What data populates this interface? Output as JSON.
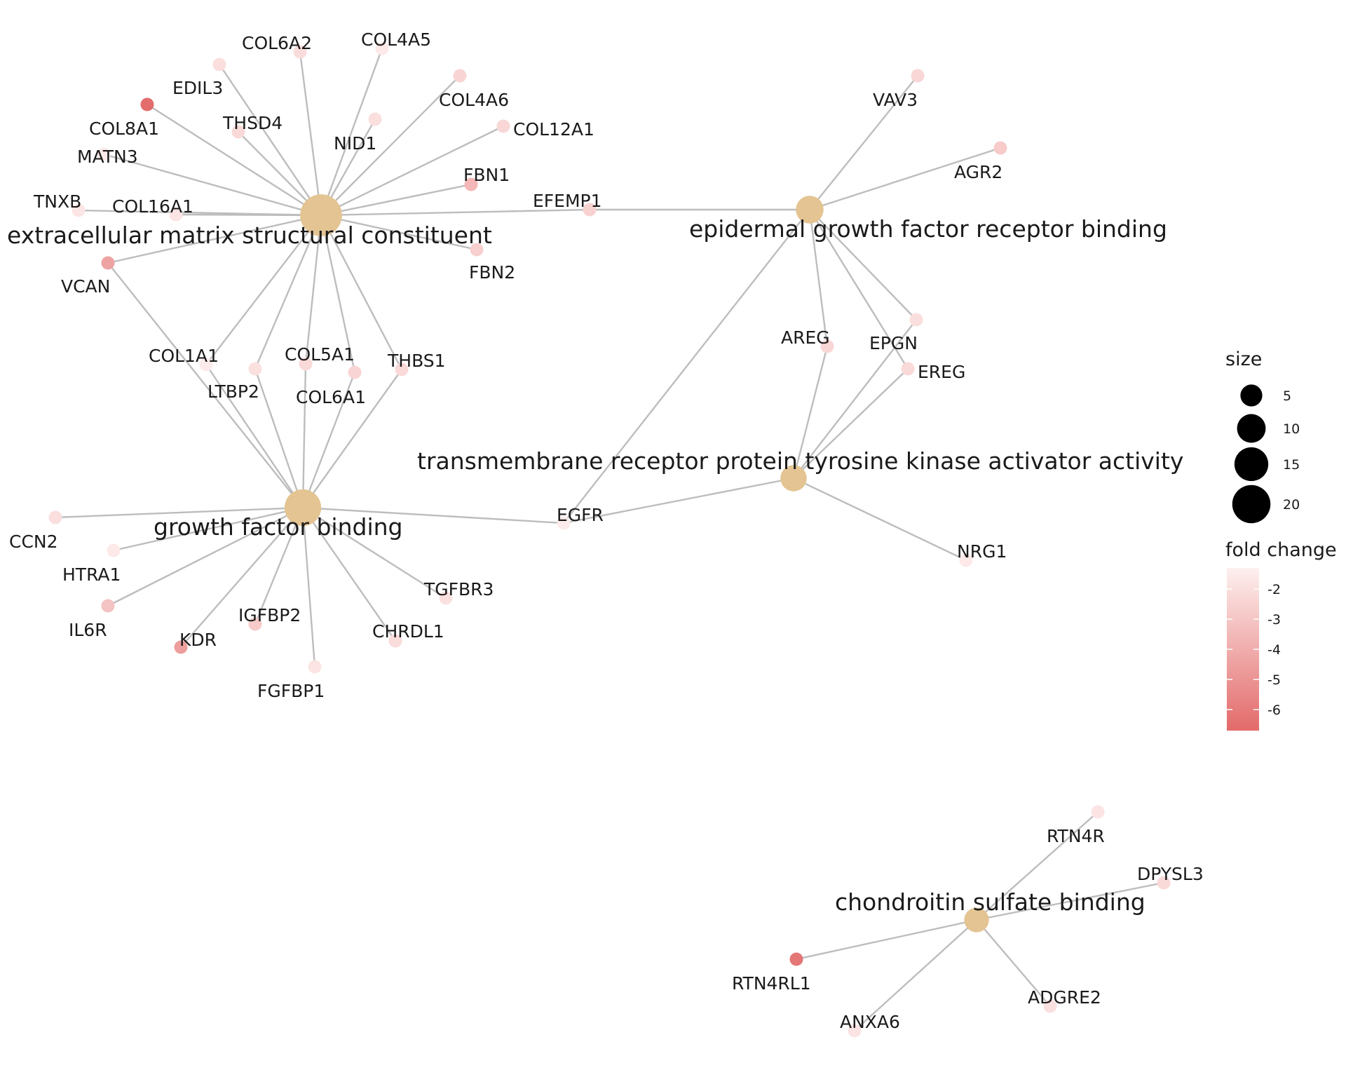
{
  "colors": {
    "edge": "#bdbdbd",
    "term_node": "#e3c492",
    "fold_low": "#e36a6a",
    "fold_high": "#fdf0ef"
  },
  "terms": [
    {
      "id": "ecm",
      "label": "extracellular matrix structural constituent",
      "size": 21
    },
    {
      "id": "egfr_bind",
      "label": "epidermal growth factor receptor binding",
      "size": 7
    },
    {
      "id": "gfb",
      "label": "growth factor binding",
      "size": 15
    },
    {
      "id": "tmrptk",
      "label": "transmembrane receptor protein tyrosine kinase activator activity",
      "size": 6
    },
    {
      "id": "csb",
      "label": "chondroitin sulfate binding",
      "size": 5
    }
  ],
  "genes": [
    {
      "label": "COL6A2",
      "fc": -2.1
    },
    {
      "label": "COL4A5",
      "fc": -1.6
    },
    {
      "label": "EDIL3",
      "fc": -2.0
    },
    {
      "label": "COL4A6",
      "fc": -2.4
    },
    {
      "label": "COL8A1",
      "fc": -6.6
    },
    {
      "label": "THSD4",
      "fc": -2.2
    },
    {
      "label": "NID1",
      "fc": -2.0
    },
    {
      "label": "COL12A1",
      "fc": -2.3
    },
    {
      "label": "MATN3",
      "fc": -1.5
    },
    {
      "label": "FBN1",
      "fc": -3.6
    },
    {
      "label": "TNXB",
      "fc": -1.7
    },
    {
      "label": "COL16A1",
      "fc": -1.8
    },
    {
      "label": "EFEMP1",
      "fc": -2.5
    },
    {
      "label": "VCAN",
      "fc": -4.4
    },
    {
      "label": "FBN2",
      "fc": -2.6
    },
    {
      "label": "COL1A1",
      "fc": -1.5
    },
    {
      "label": "LTBP2",
      "fc": -1.9
    },
    {
      "label": "COL5A1",
      "fc": -2.2
    },
    {
      "label": "COL6A1",
      "fc": -2.4
    },
    {
      "label": "THBS1",
      "fc": -2.2
    },
    {
      "label": "VAV3",
      "fc": -2.3
    },
    {
      "label": "AGR2",
      "fc": -2.8
    },
    {
      "label": "AREG",
      "fc": -2.3
    },
    {
      "label": "EPGN",
      "fc": -2.0
    },
    {
      "label": "EREG",
      "fc": -2.2
    },
    {
      "label": "EGFR",
      "fc": -1.5
    },
    {
      "label": "NRG1",
      "fc": -1.6
    },
    {
      "label": "CCN2",
      "fc": -2.0
    },
    {
      "label": "HTRA1",
      "fc": -1.6
    },
    {
      "label": "IL6R",
      "fc": -3.1
    },
    {
      "label": "KDR",
      "fc": -4.6
    },
    {
      "label": "IGFBP2",
      "fc": -2.8
    },
    {
      "label": "FGFBP1",
      "fc": -1.8
    },
    {
      "label": "CHRDL1",
      "fc": -2.1
    },
    {
      "label": "TGFBR3",
      "fc": -1.9
    },
    {
      "label": "RTN4R",
      "fc": -1.8
    },
    {
      "label": "DPYSL3",
      "fc": -2.2
    },
    {
      "label": "RTN4RL1",
      "fc": -6.2
    },
    {
      "label": "ANXA6",
      "fc": -1.8
    },
    {
      "label": "ADGRE2",
      "fc": -1.9
    }
  ],
  "edges": [
    [
      "ecm",
      "COL6A2"
    ],
    [
      "ecm",
      "COL4A5"
    ],
    [
      "ecm",
      "EDIL3"
    ],
    [
      "ecm",
      "COL4A6"
    ],
    [
      "ecm",
      "COL8A1"
    ],
    [
      "ecm",
      "THSD4"
    ],
    [
      "ecm",
      "NID1"
    ],
    [
      "ecm",
      "COL12A1"
    ],
    [
      "ecm",
      "MATN3"
    ],
    [
      "ecm",
      "FBN1"
    ],
    [
      "ecm",
      "TNXB"
    ],
    [
      "ecm",
      "COL16A1"
    ],
    [
      "ecm",
      "EFEMP1"
    ],
    [
      "ecm",
      "VCAN"
    ],
    [
      "ecm",
      "FBN2"
    ],
    [
      "ecm",
      "COL1A1"
    ],
    [
      "ecm",
      "LTBP2"
    ],
    [
      "ecm",
      "COL5A1"
    ],
    [
      "ecm",
      "COL6A1"
    ],
    [
      "ecm",
      "THBS1"
    ],
    [
      "egfr_bind",
      "EFEMP1"
    ],
    [
      "egfr_bind",
      "VAV3"
    ],
    [
      "egfr_bind",
      "AGR2"
    ],
    [
      "egfr_bind",
      "AREG"
    ],
    [
      "egfr_bind",
      "EPGN"
    ],
    [
      "egfr_bind",
      "EREG"
    ],
    [
      "egfr_bind",
      "EGFR"
    ],
    [
      "tmrptk",
      "AREG"
    ],
    [
      "tmrptk",
      "EPGN"
    ],
    [
      "tmrptk",
      "EREG"
    ],
    [
      "tmrptk",
      "EGFR"
    ],
    [
      "tmrptk",
      "NRG1"
    ],
    [
      "gfb",
      "EGFR"
    ],
    [
      "gfb",
      "COL1A1"
    ],
    [
      "gfb",
      "LTBP2"
    ],
    [
      "gfb",
      "COL5A1"
    ],
    [
      "gfb",
      "COL6A1"
    ],
    [
      "gfb",
      "THBS1"
    ],
    [
      "gfb",
      "CCN2"
    ],
    [
      "gfb",
      "HTRA1"
    ],
    [
      "gfb",
      "IL6R"
    ],
    [
      "gfb",
      "KDR"
    ],
    [
      "gfb",
      "IGFBP2"
    ],
    [
      "gfb",
      "FGFBP1"
    ],
    [
      "gfb",
      "CHRDL1"
    ],
    [
      "gfb",
      "TGFBR3"
    ],
    [
      "gfb",
      "VCAN"
    ],
    [
      "csb",
      "RTN4R"
    ],
    [
      "csb",
      "DPYSL3"
    ],
    [
      "csb",
      "RTN4RL1"
    ],
    [
      "csb",
      "ANXA6"
    ],
    [
      "csb",
      "ADGRE2"
    ]
  ],
  "legend": {
    "size_title": "size",
    "size_items": [
      5,
      10,
      15,
      20
    ],
    "size_labels": [
      "5",
      "10",
      "15",
      "20"
    ],
    "color_title": "fold change",
    "color_ticks": [
      -2,
      -3,
      -4,
      -5,
      -6
    ],
    "color_tick_labels": [
      "-2",
      "-3",
      "-4",
      "-5",
      "-6"
    ],
    "color_range": [
      -6.7,
      -1.3
    ]
  }
}
